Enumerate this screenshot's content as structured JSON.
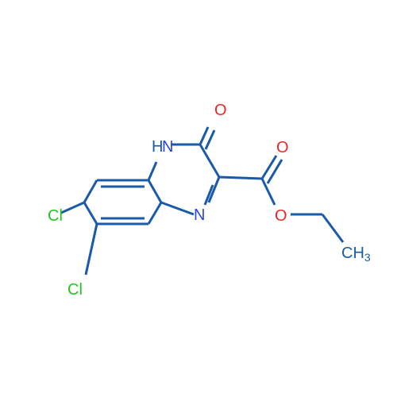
{
  "atoms": {
    "n_h": "H",
    "n_h_n": "N",
    "n_ring": "N",
    "o_keto": "O",
    "o_carbonyl": "O",
    "o_ester": "O",
    "cl_1": "Cl",
    "cl_2": "Cl",
    "ch3_c": "CH",
    "ch3_sub": "3"
  },
  "colors": {
    "bond": "#1a5aa8",
    "nitrogen": "#2a46e6",
    "oxygen": "#ea2525",
    "chlorine": "#22c422",
    "carbon": "#1a5aa8"
  }
}
